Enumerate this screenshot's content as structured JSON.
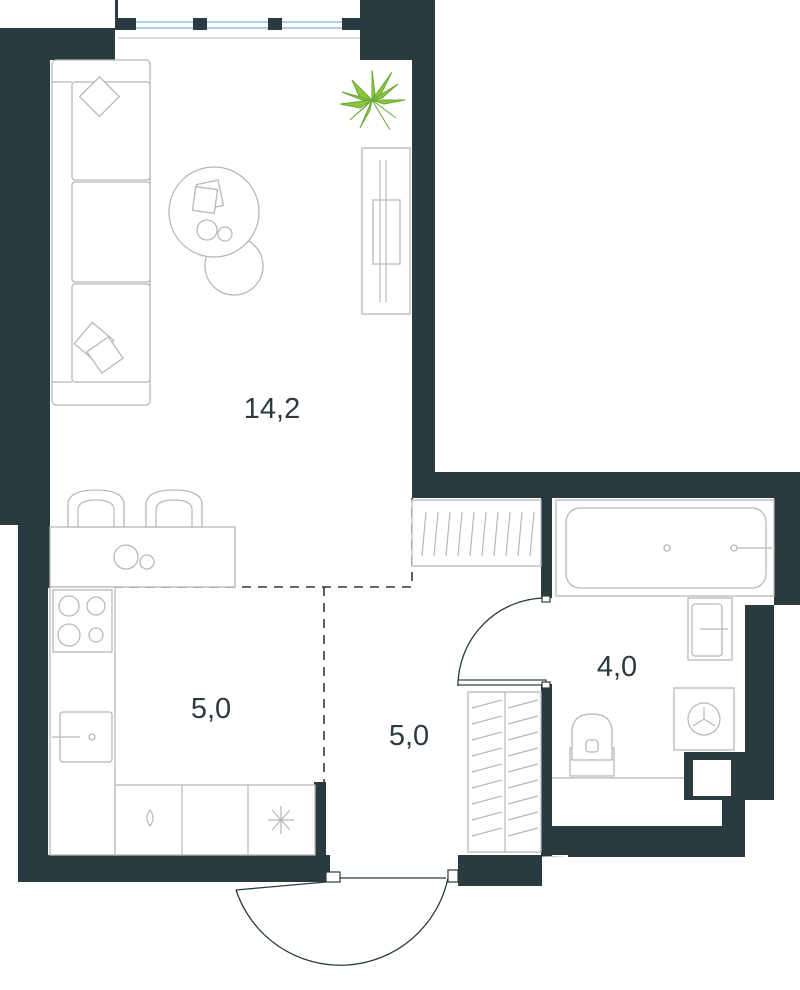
{
  "rooms": [
    {
      "id": "living",
      "area": "14,2"
    },
    {
      "id": "kitchen",
      "area": "5,0"
    },
    {
      "id": "hall",
      "area": "5,0"
    },
    {
      "id": "bathroom",
      "area": "4,0"
    }
  ],
  "colors": {
    "wall": "#2a3b40",
    "furniture_stroke": "#b8b8b8",
    "plant": "#8cc63f",
    "window_glass": "#5aa6d6"
  }
}
